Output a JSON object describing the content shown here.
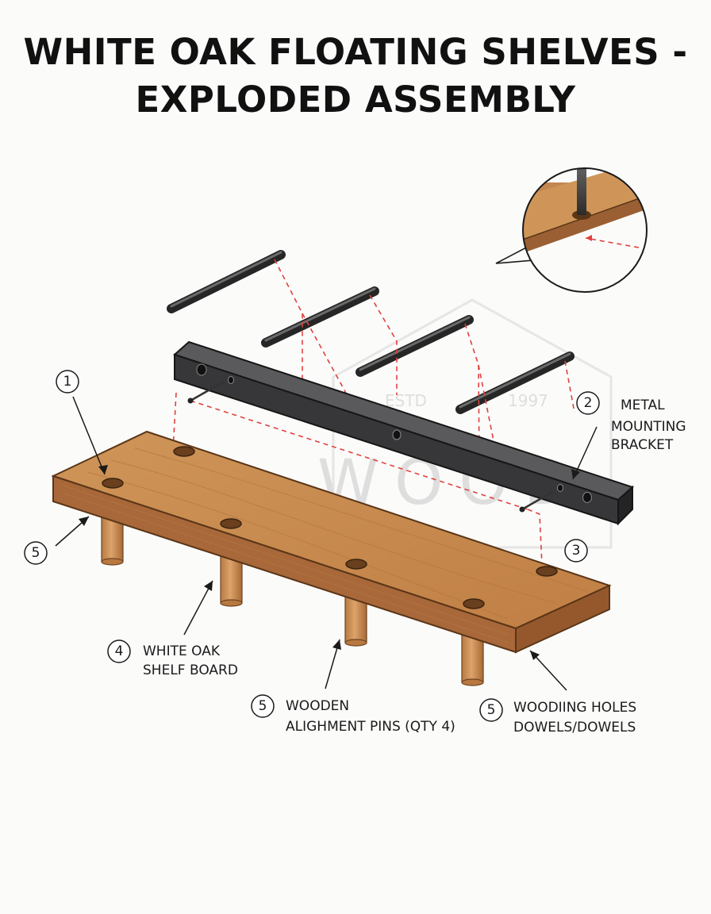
{
  "title": {
    "line1": "WHITE OAK FLOATING SHELVES -",
    "line2": "EXPLODED ASSEMBLY"
  },
  "watermark": {
    "estd": "ESTD",
    "year": "1997",
    "mark": "WOOD"
  },
  "callouts": {
    "c1": {
      "number": "1"
    },
    "c2": {
      "number": "2",
      "line1": "METAL",
      "line2": "MOUNTING",
      "line3": "BRACKET"
    },
    "c3": {
      "number": "3"
    },
    "c4": {
      "number": "4",
      "line1": "WHITE OAK",
      "line2": "SHELF BOARD"
    },
    "c5a": {
      "number": "5"
    },
    "c5b": {
      "number": "5",
      "line1": "WOODEN",
      "line2": "ALIGHMENT PINS (QTY 4)"
    },
    "c5c": {
      "number": "5",
      "line1": "WOODIING HOLES",
      "line2": "DOWELS/DOWELS"
    }
  },
  "colors": {
    "wood_top": "#c88a4e",
    "wood_front": "#a8683a",
    "steel": "#3a3a3c",
    "guide_line": "#e0413c",
    "ink": "#1a1a1a"
  }
}
